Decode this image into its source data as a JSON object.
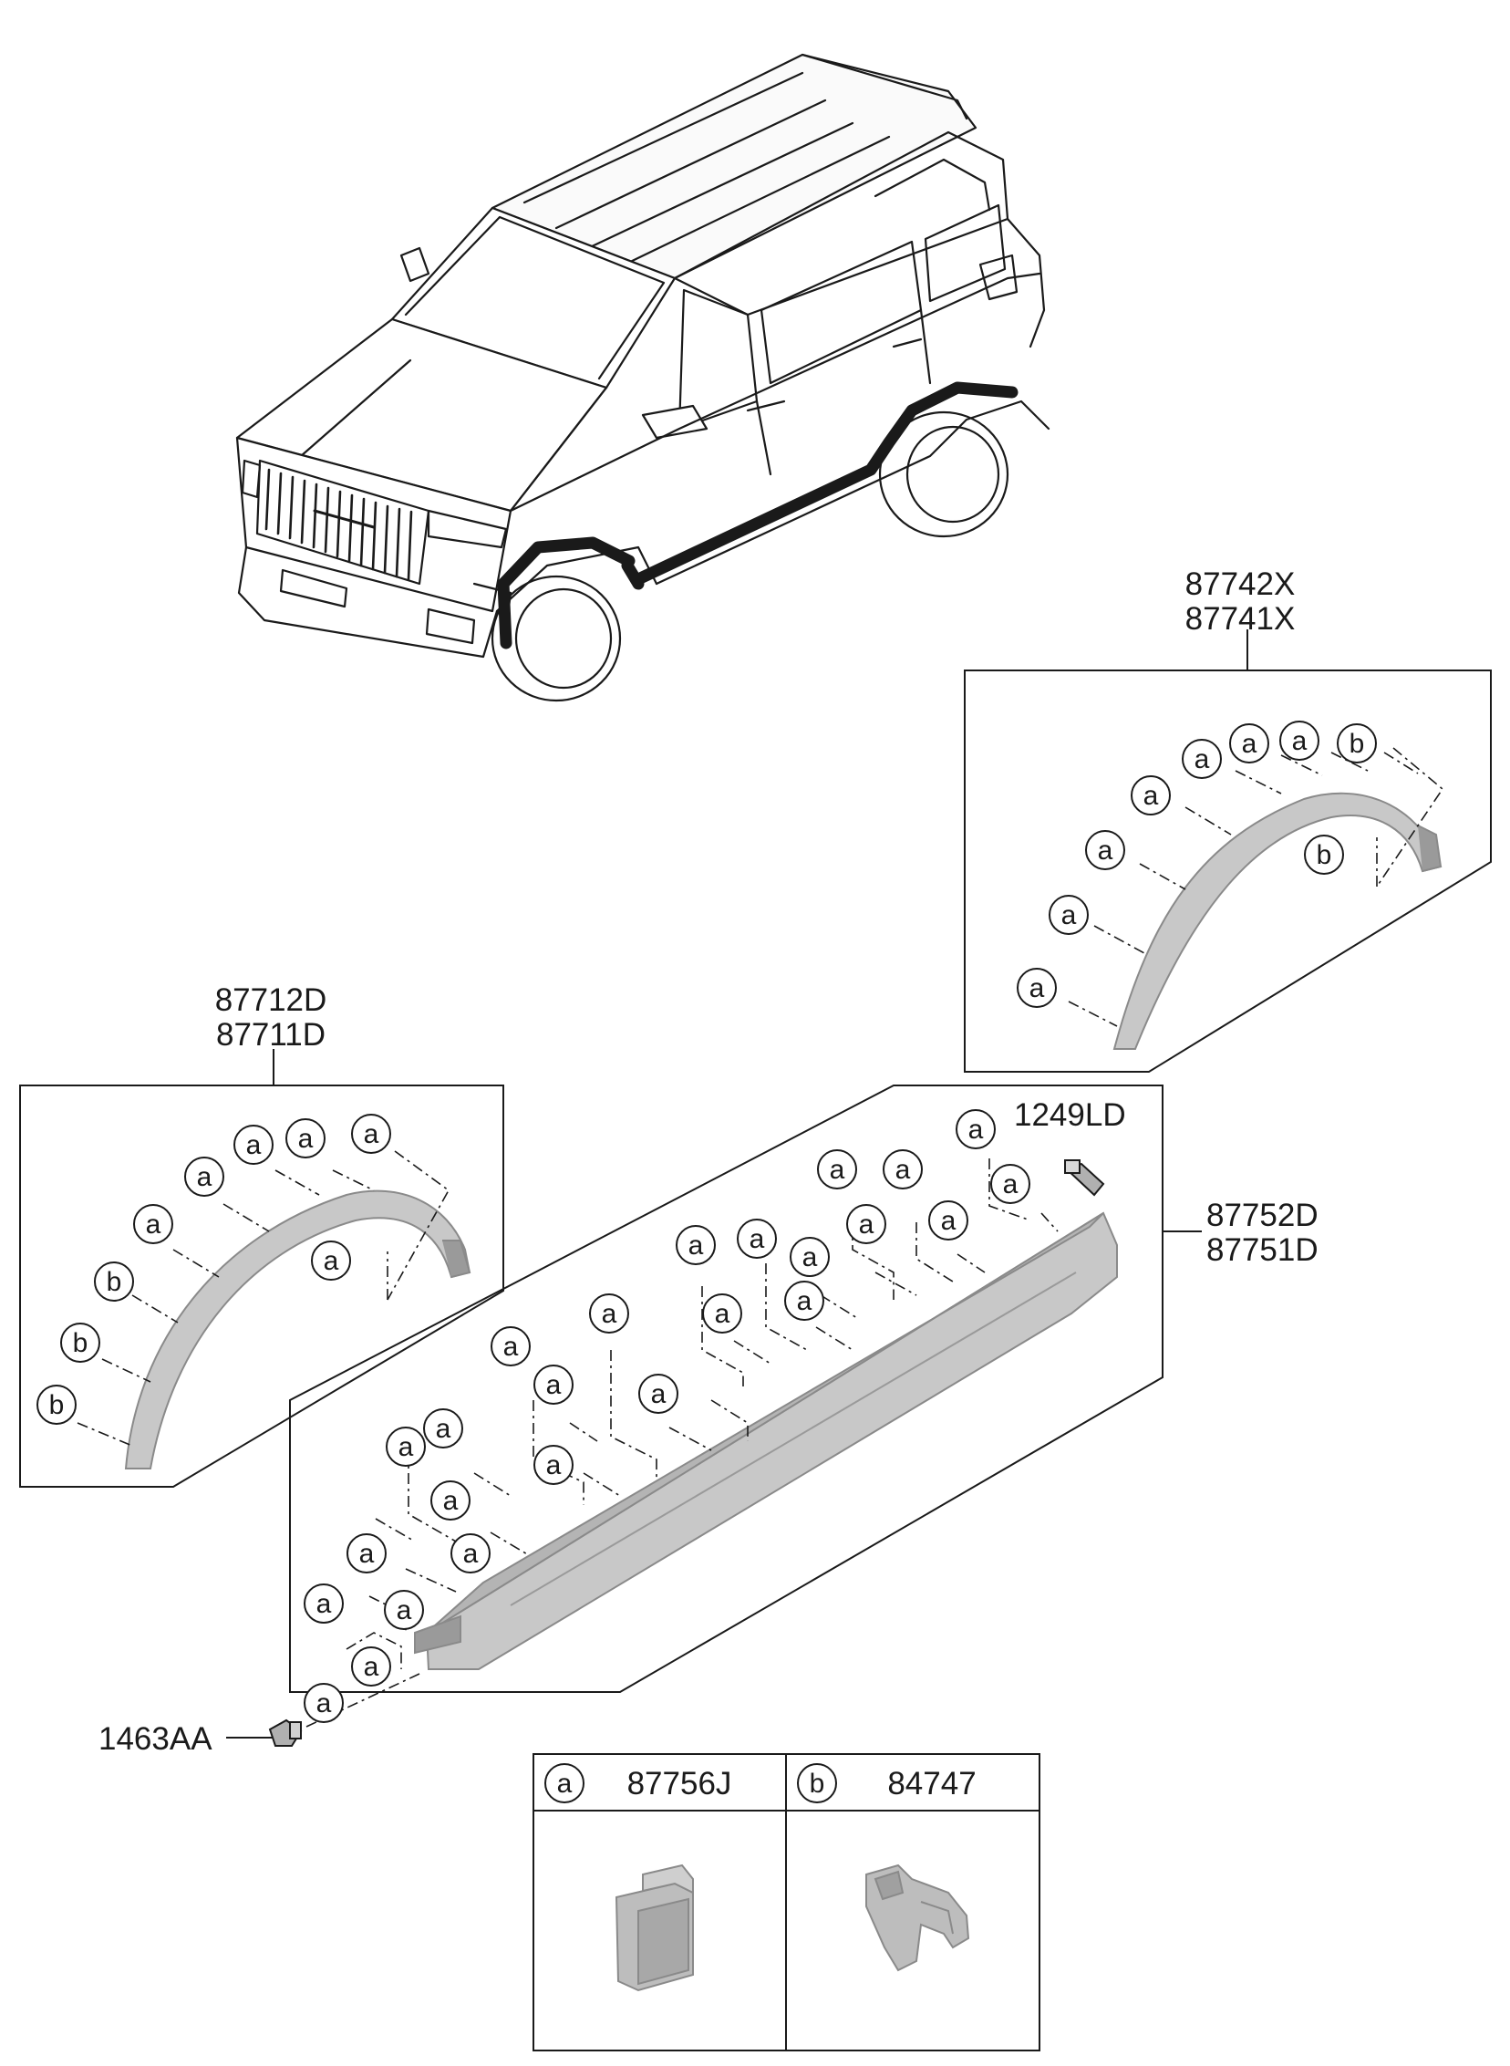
{
  "parts": {
    "rear_arch_upper": "87742X",
    "rear_arch_lower": "87741X",
    "front_arch_upper": "87712D",
    "front_arch_lower": "87711D",
    "sill_upper": "87752D",
    "sill_lower": "87751D",
    "screw": "1249LD",
    "nut": "1463AA"
  },
  "callout_letters": {
    "a": "a",
    "b": "b"
  },
  "legend": [
    {
      "letter": "a",
      "part": "87756J"
    },
    {
      "letter": "b",
      "part": "84747"
    }
  ],
  "colors": {
    "line": "#1a1a1a",
    "part_fill": "#c8c8c8",
    "part_dark": "#9a9a9a"
  }
}
